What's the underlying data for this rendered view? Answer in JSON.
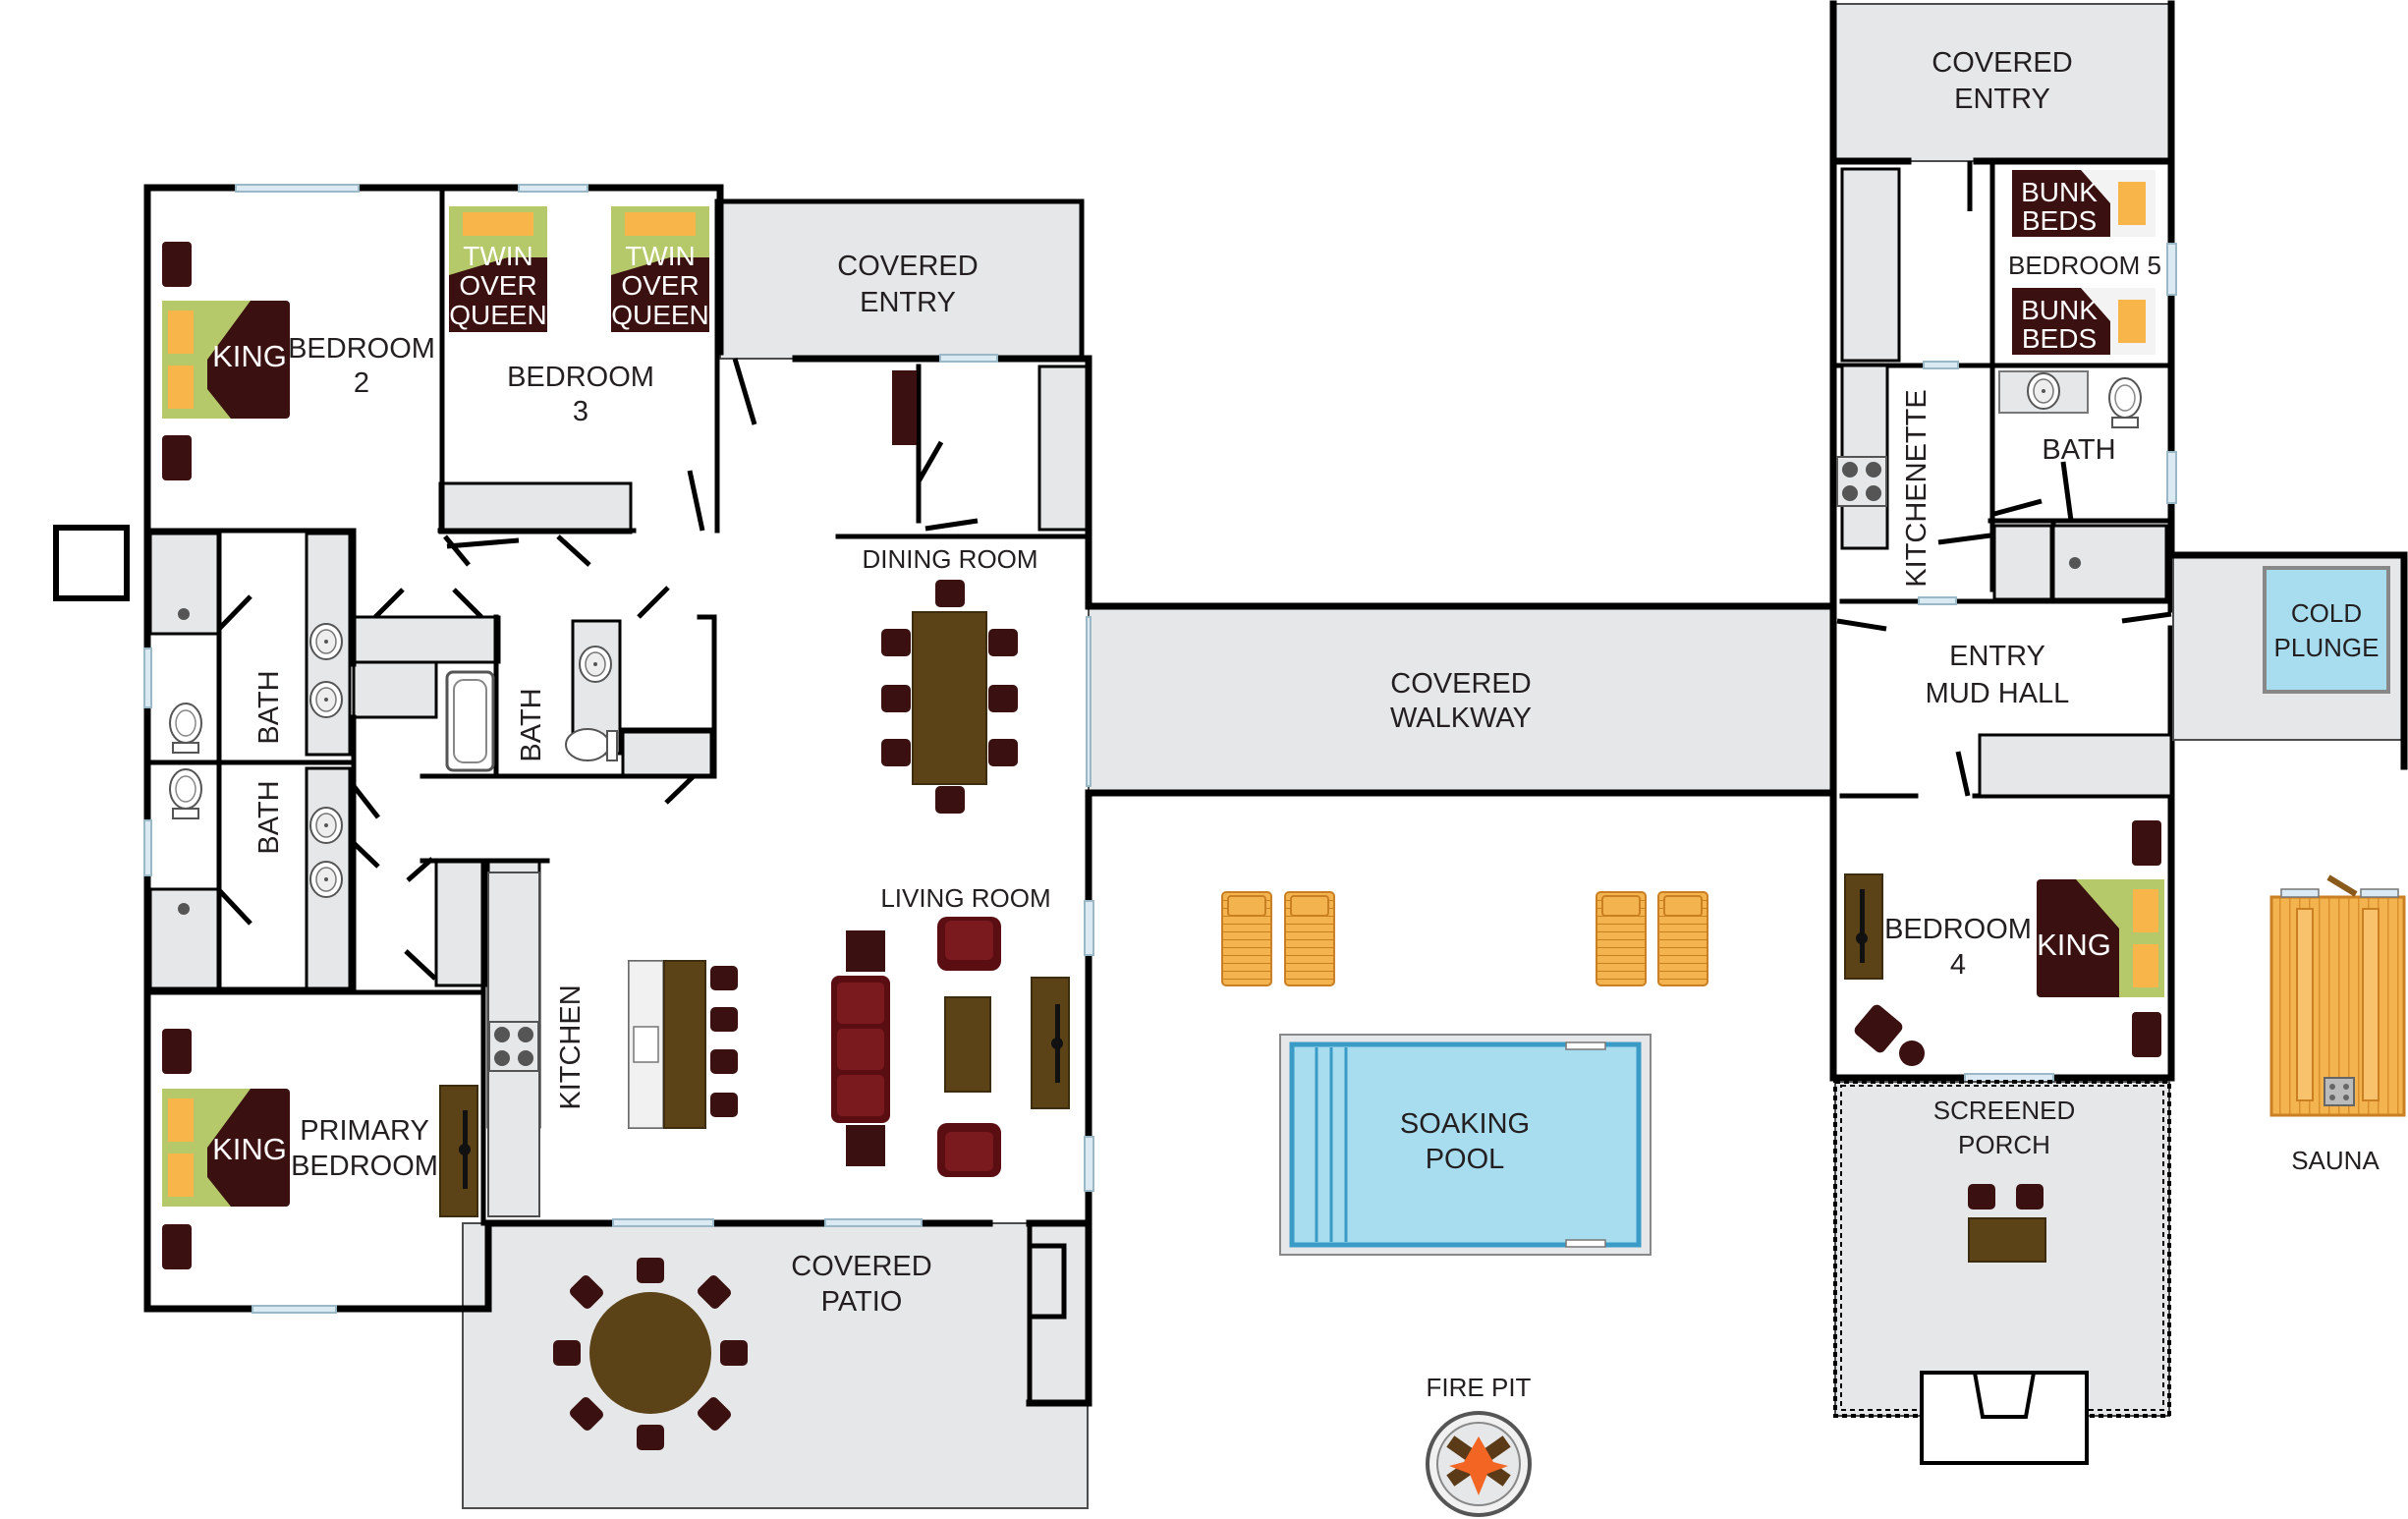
{
  "rooms": {
    "bedroom2": [
      "BEDROOM",
      "2"
    ],
    "bedroom3": [
      "BEDROOM",
      "3"
    ],
    "covered_entry_main": [
      "COVERED",
      "ENTRY"
    ],
    "dining_room": "DINING ROOM",
    "bath_a": "BATH",
    "bath_b": "BATH",
    "bath_c": "BATH",
    "living_room": "LIVING ROOM",
    "kitchen": "KITCHEN",
    "primary_bedroom": [
      "PRIMARY",
      "BEDROOM"
    ],
    "covered_patio": [
      "COVERED",
      "PATIO"
    ],
    "covered_walkway": [
      "COVERED",
      "WALKWAY"
    ],
    "soaking_pool": [
      "SOAKING",
      "POOL"
    ],
    "fire_pit": "FIRE PIT",
    "covered_entry_guest": [
      "COVERED",
      "ENTRY"
    ],
    "bedroom5": "BEDROOM 5",
    "kitchenette": "KITCHENETTE",
    "bath_guest": "BATH",
    "entry_mud_hall": [
      "ENTRY",
      "MUD HALL"
    ],
    "cold_plunge": [
      "COLD",
      "PLUNGE"
    ],
    "bedroom4": [
      "BEDROOM",
      "4"
    ],
    "screened_porch": [
      "SCREENED",
      "PORCH"
    ],
    "sauna": "SAUNA"
  },
  "beds": {
    "bedroom2_bed": "KING",
    "primary_bed": "KING",
    "bedroom4_bed": "KING",
    "bedroom3_bed_left": [
      "TWIN",
      "OVER",
      "QUEEN"
    ],
    "bedroom3_bed_right": [
      "TWIN",
      "OVER",
      "QUEEN"
    ],
    "bedroom5_bunk_top": [
      "BUNK",
      "BEDS"
    ],
    "bedroom5_bunk_bottom": [
      "BUNK",
      "BEDS"
    ]
  },
  "colors": {
    "wall": "#000000",
    "floor_gray": "#e6e7e8",
    "furniture_dark": "#3a1010",
    "wood": "#5b4217",
    "bed_pillow": "#f8b54a",
    "bed_sheet": "#b5c96b",
    "water": "#a8dcef",
    "fire": "#f26522"
  },
  "icons": [
    "bed-icon",
    "toilet-icon",
    "sink-icon",
    "stove-icon",
    "shower-drain-icon",
    "bathtub-icon",
    "lounge-chair-icon",
    "fire-pit-icon",
    "sofa-icon",
    "tv-icon"
  ]
}
